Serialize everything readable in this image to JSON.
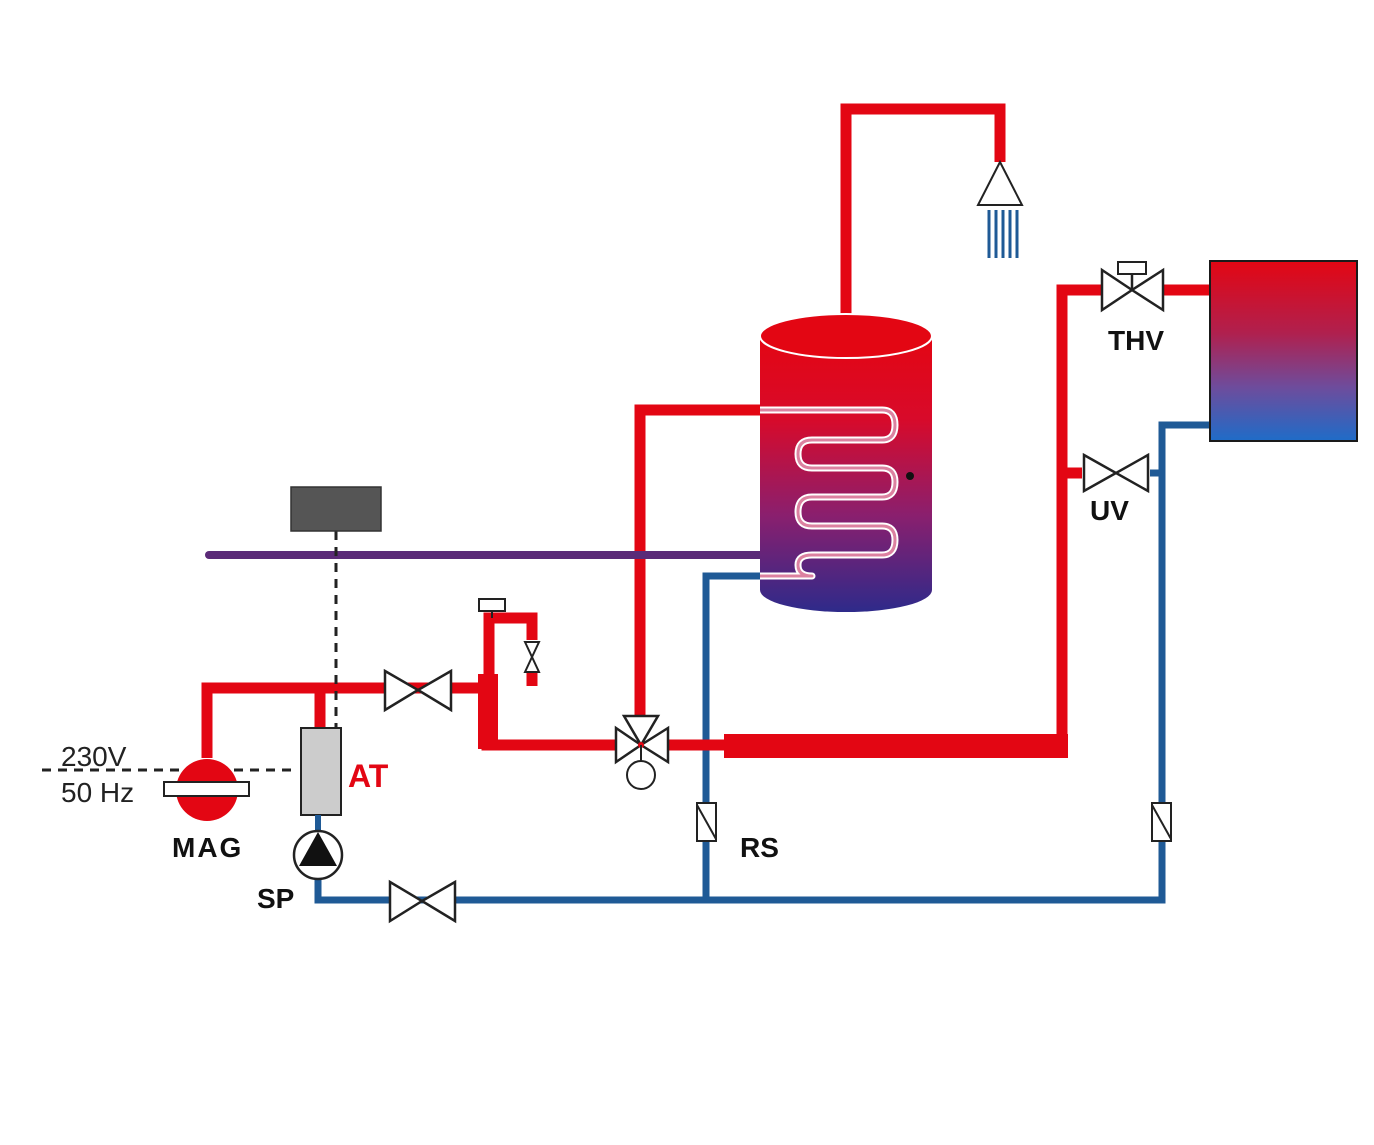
{
  "labels": {
    "voltage": "230V",
    "frequency": "50 Hz",
    "mag": "MAG",
    "at": "AT",
    "sp": "SP",
    "rs": "RS",
    "thv": "THV",
    "uv": "UV"
  },
  "colors": {
    "supply": "#e30613",
    "return": "#1f5a96",
    "flue": "#5b2a78",
    "tank_top": "#e30613",
    "tank_bottom": "#2e2a8a",
    "radiator_top": "#e30613",
    "radiator_bottom": "#1f6cc8",
    "controller": "#555555",
    "at_box": "#cccccc"
  },
  "icons": {
    "shower": "shower-head-icon",
    "pump": "pump-icon",
    "valve": "valve-icon",
    "three_way_valve": "three-way-valve-icon",
    "check_valve": "check-valve-icon",
    "thermostatic_valve": "thermostatic-valve-icon",
    "expansion_vessel": "expansion-vessel-icon"
  }
}
